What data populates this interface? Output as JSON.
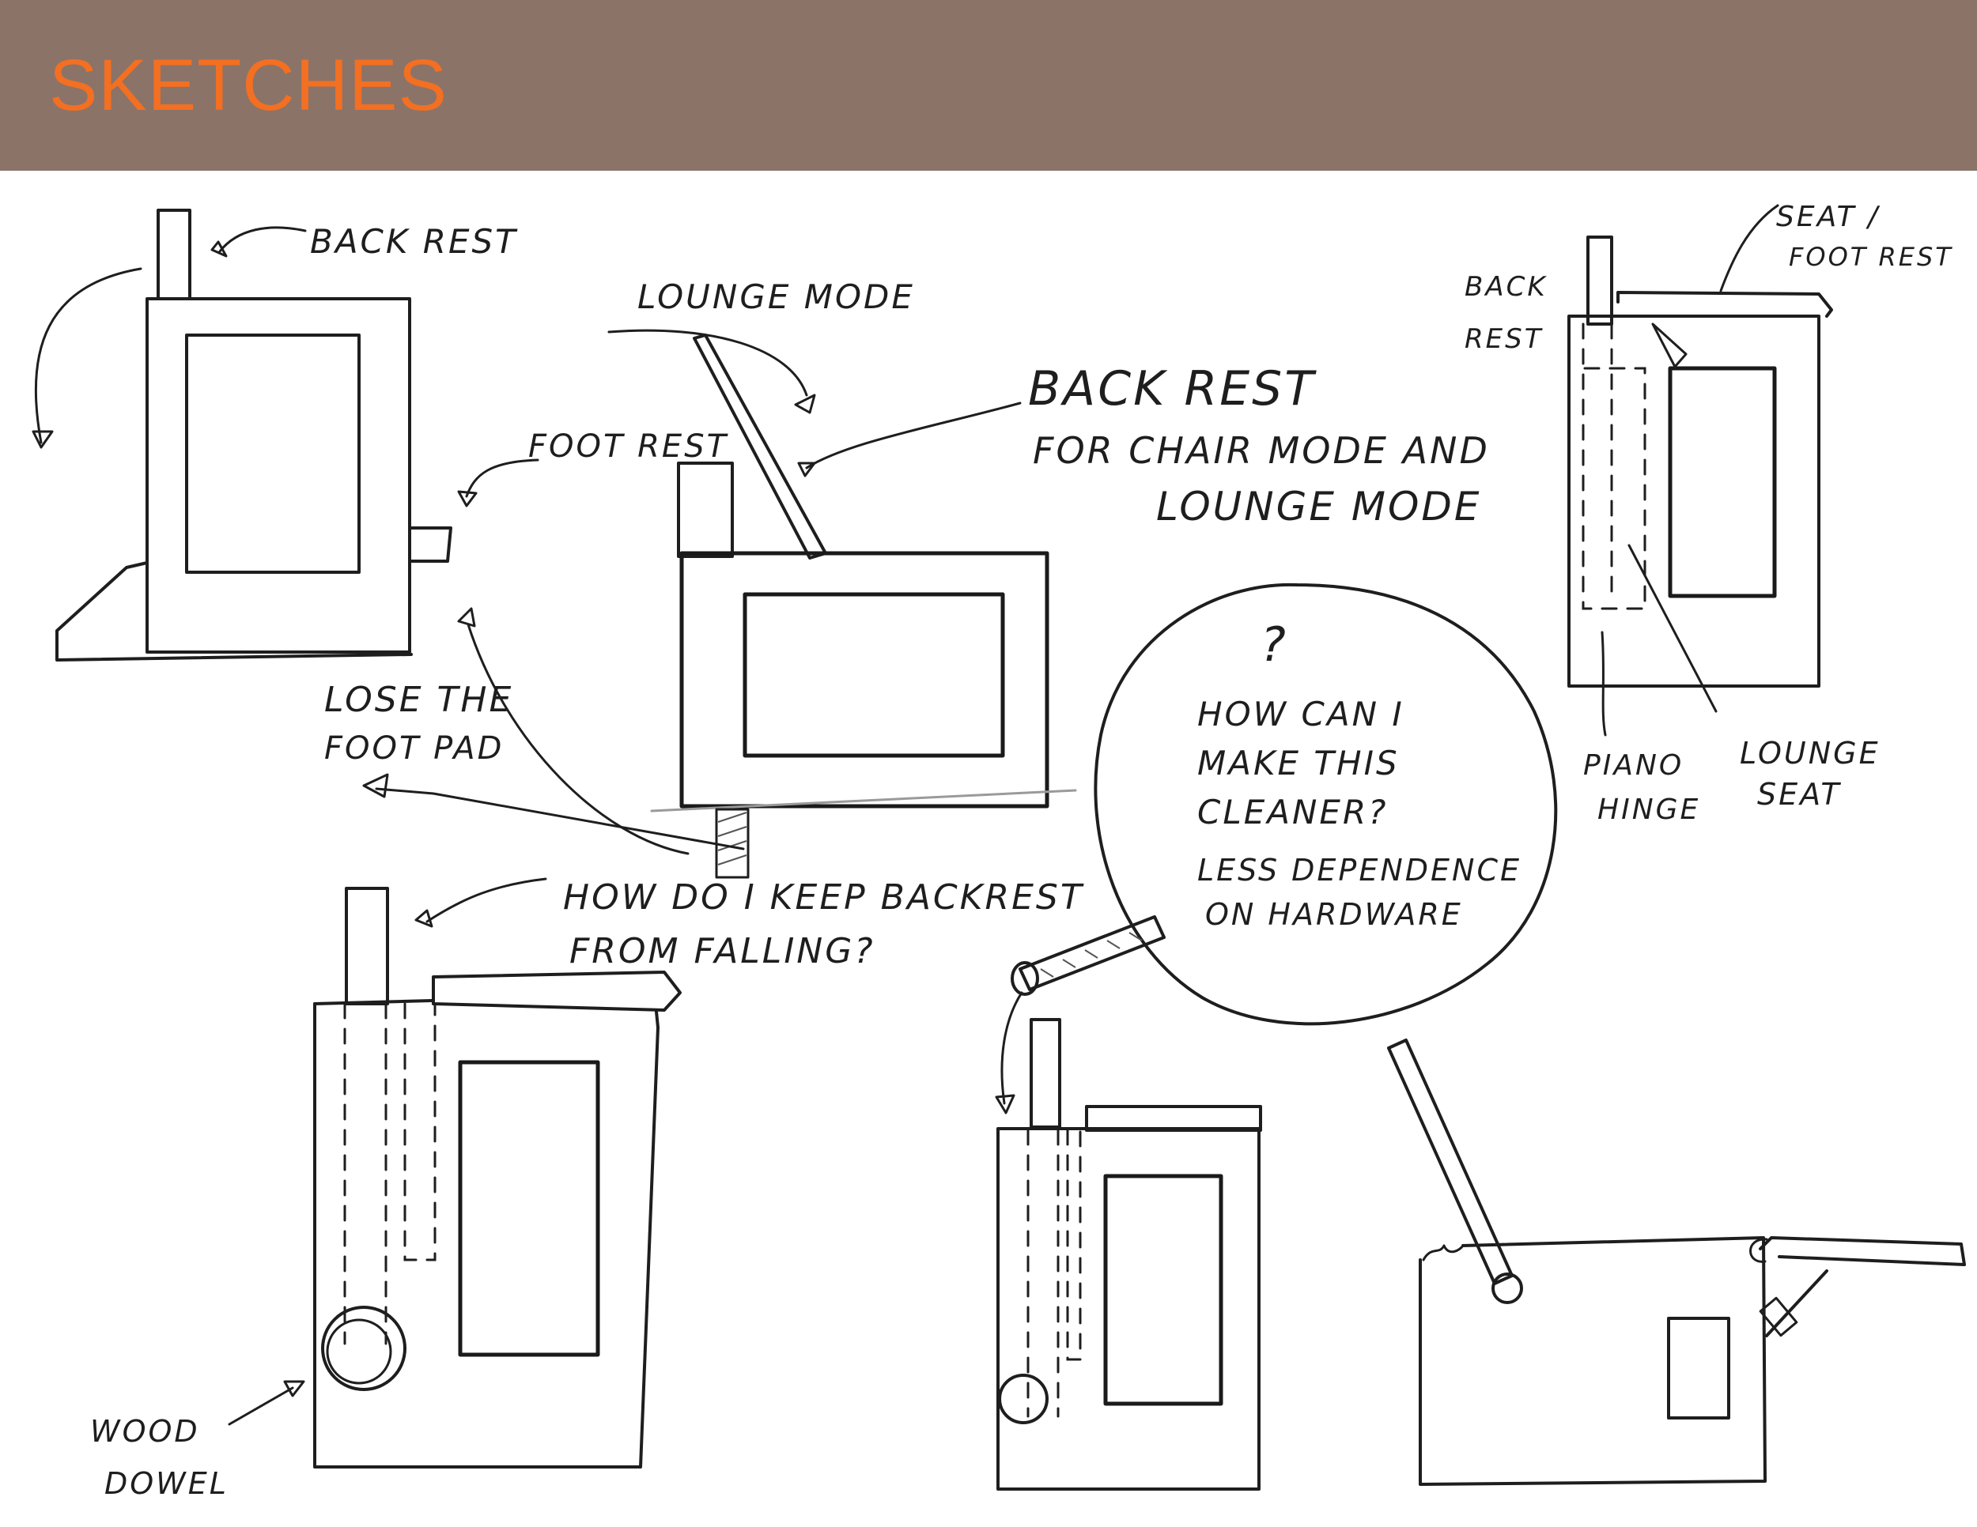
{
  "header": {
    "title": "SKETCHES",
    "bar_color": "#8b7368",
    "title_color": "#f36f21"
  },
  "notes": {
    "back_rest_top": "BACK REST",
    "lounge_mode": "LOUNGE MODE",
    "foot_rest": "FOOT REST",
    "back_rest_big_1": "BACK REST",
    "back_rest_big_2": "FOR CHAIR MODE AND",
    "back_rest_big_3": "LOUNGE MODE",
    "lose_foot_pad_1": "LOSE THE",
    "lose_foot_pad_2": "FOOT PAD",
    "keep_backrest_1": "HOW DO I KEEP BACKREST",
    "keep_backrest_2": "FROM FALLING?",
    "question_mark": "?",
    "cleaner_1": "HOW CAN I",
    "cleaner_2": "MAKE THIS",
    "cleaner_3": "CLEANER?",
    "cleaner_4": "LESS DEPENDENCE",
    "cleaner_5": "ON HARDWARE",
    "right_back_1": "BACK",
    "right_back_2": "REST",
    "seat_foot_1": "SEAT /",
    "seat_foot_2": "FOOT REST",
    "piano_hinge_1": "PIANO",
    "piano_hinge_2": "HINGE",
    "lounge_seat_1": "LOUNGE",
    "lounge_seat_2": "SEAT",
    "wood_dowel_1": "WOOD",
    "wood_dowel_2": "DOWEL"
  }
}
